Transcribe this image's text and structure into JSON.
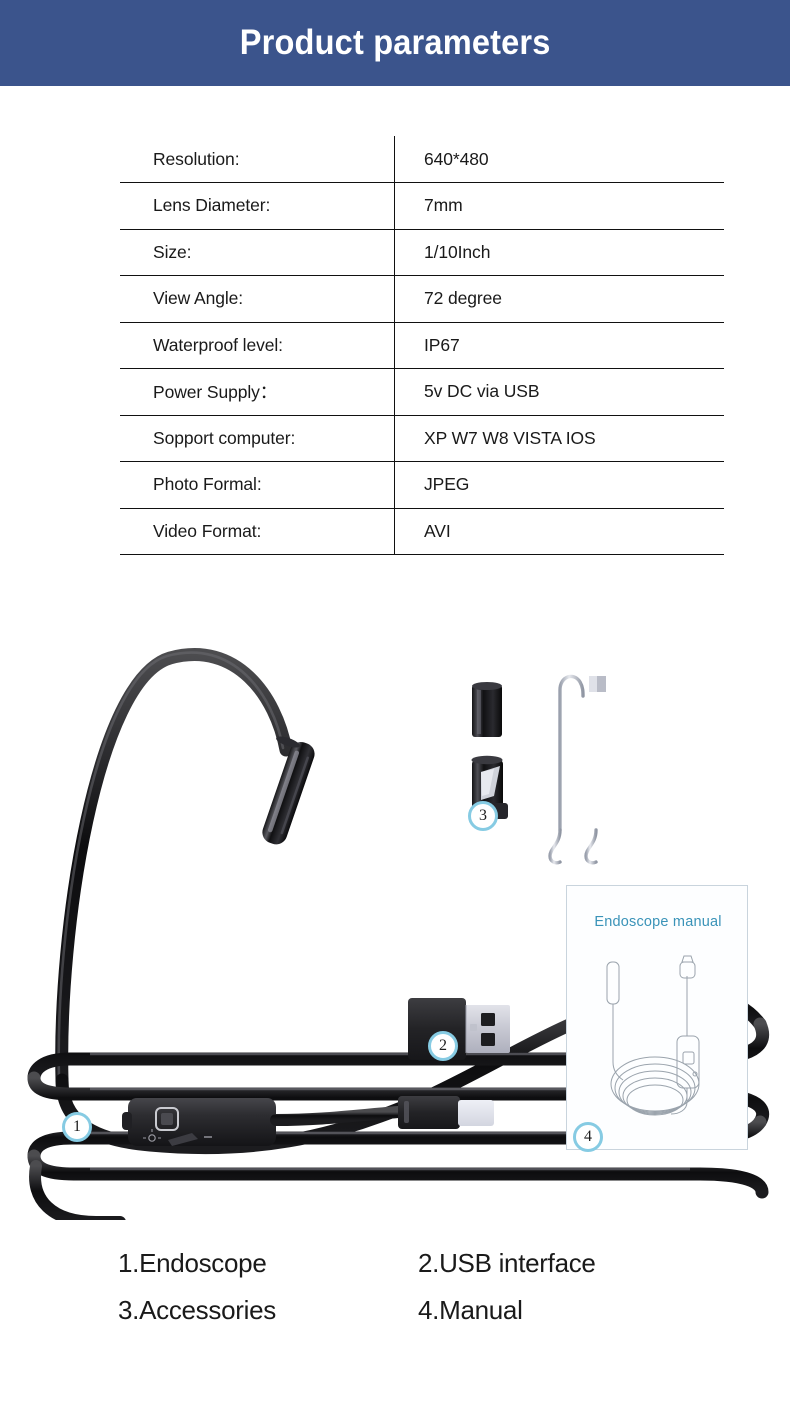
{
  "header": {
    "title": "Product parameters",
    "bg_color": "#3b548c",
    "text_color": "#ffffff"
  },
  "spec_table": {
    "rows": [
      {
        "key": "Resolution:",
        "value": "640*480"
      },
      {
        "key": "Lens Diameter:",
        "value": "7mm"
      },
      {
        "key": "Size:",
        "value": "1/10Inch"
      },
      {
        "key": "View Angle:",
        "value": "72 degree"
      },
      {
        "key": "Waterproof level:",
        "value": "IP67"
      },
      {
        "key": "Power Supply：",
        "value": "5v DC via USB"
      },
      {
        "key": "Sopport computer:",
        "value": "XP W7 W8 VISTA IOS"
      },
      {
        "key": "Photo Formal:",
        "value": "JPEG"
      },
      {
        "key": "Video Format:",
        "value": "AVI"
      }
    ]
  },
  "product_photo": {
    "manual_card": {
      "title": "Endoscope manual",
      "title_color": "#3a93b8"
    },
    "callouts": [
      {
        "number": "1",
        "target": "endoscope-cable-control-box"
      },
      {
        "number": "2",
        "target": "usb-interface"
      },
      {
        "number": "3",
        "target": "accessories"
      },
      {
        "number": "4",
        "target": "manual"
      }
    ],
    "badge_color": "#86cbe3"
  },
  "legend": {
    "rows": [
      [
        "1.Endoscope",
        "2.USB interface"
      ],
      [
        "3.Accessories",
        "4.Manual"
      ]
    ]
  }
}
